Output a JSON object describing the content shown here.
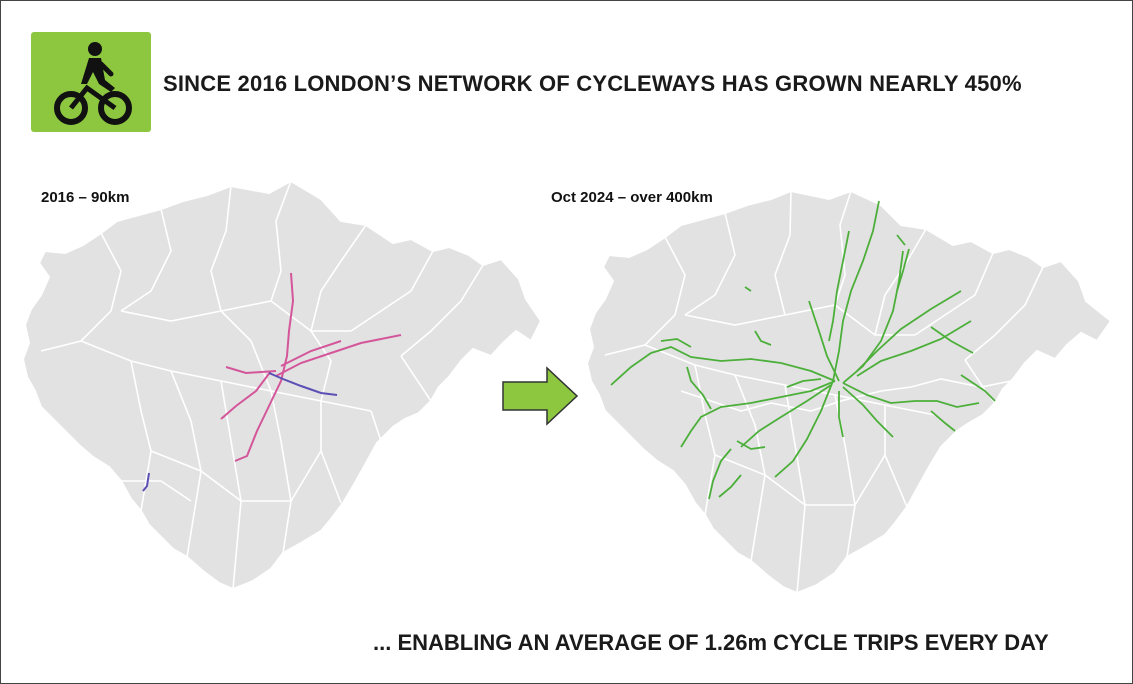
{
  "header": {
    "title": "SINCE 2016 LONDON’S NETWORK OF CYCLEWAYS HAS GROWN NEARLY 450%",
    "logo_icon": "cyclist-icon",
    "logo_color": "#8dc63f"
  },
  "maps": {
    "before": {
      "label": "2016 – 90km",
      "route_colors": [
        "#d4569a",
        "#5b4fb5"
      ]
    },
    "after": {
      "label": "Oct 2024 – over 400km",
      "route_color": "#4caf3a"
    }
  },
  "arrow": {
    "icon": "right-arrow-icon",
    "color": "#8dc63f"
  },
  "footer": {
    "text": "... ENABLING AN AVERAGE OF 1.26m CYCLE TRIPS EVERY DAY"
  }
}
